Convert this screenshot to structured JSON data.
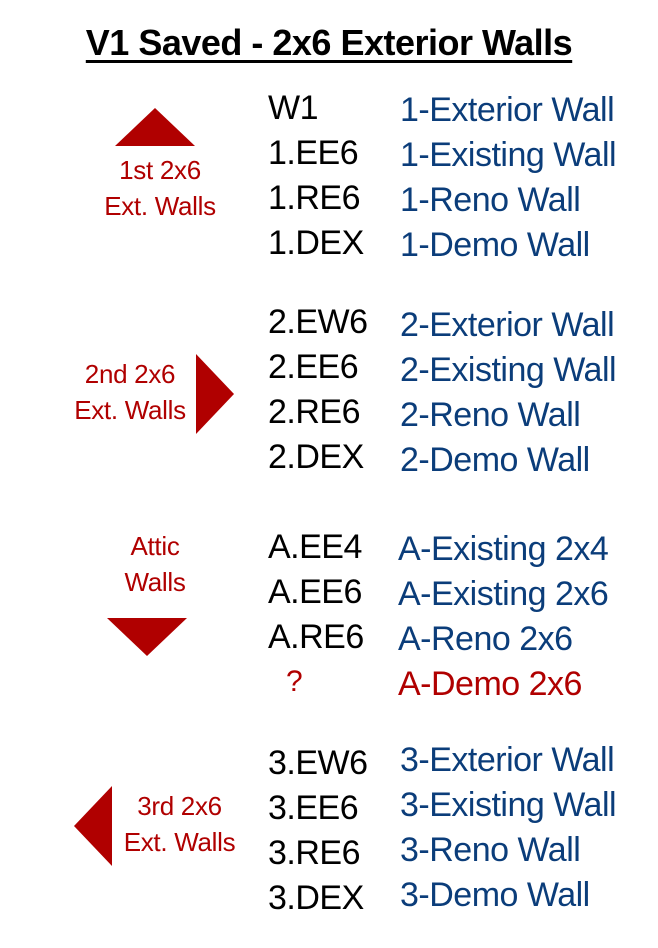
{
  "title": "V1 Saved - 2x6 Exterior Walls",
  "groups": [
    {
      "label_line1": "1st 2x6",
      "label_line2": "Ext. Walls",
      "arrow_icon": "triangle-up-icon",
      "rows": [
        {
          "code": "W1",
          "desc": "1-Exterior Wall"
        },
        {
          "code": "1.EE6",
          "desc": "1-Existing Wall"
        },
        {
          "code": "1.RE6",
          "desc": "1-Reno Wall"
        },
        {
          "code": "1.DEX",
          "desc": "1-Demo Wall"
        }
      ]
    },
    {
      "label_line1": "2nd 2x6",
      "label_line2": "Ext. Walls",
      "arrow_icon": "triangle-right-icon",
      "rows": [
        {
          "code": "2.EW6",
          "desc": "2-Exterior Wall"
        },
        {
          "code": "2.EE6",
          "desc": "2-Existing Wall"
        },
        {
          "code": "2.RE6",
          "desc": "2-Reno Wall"
        },
        {
          "code": "2.DEX",
          "desc": "2-Demo Wall"
        }
      ]
    },
    {
      "label_line1": "Attic",
      "label_line2": "Walls",
      "arrow_icon": "triangle-down-icon",
      "rows": [
        {
          "code": "A.EE4",
          "desc": "A-Existing 2x4"
        },
        {
          "code": "A.EE6",
          "desc": "A-Existing 2x6"
        },
        {
          "code": "A.RE6",
          "desc": "A-Reno 2x6"
        },
        {
          "code": "?",
          "desc": "A-Demo 2x6"
        }
      ]
    },
    {
      "label_line1": "3rd 2x6",
      "label_line2": "Ext. Walls",
      "arrow_icon": "triangle-left-icon",
      "rows": [
        {
          "code": "3.EW6",
          "desc": "3-Exterior Wall"
        },
        {
          "code": "3.EE6",
          "desc": "3-Existing Wall"
        },
        {
          "code": "3.RE6",
          "desc": "3-Reno Wall"
        },
        {
          "code": "3.DEX",
          "desc": "3-Demo Wall"
        }
      ]
    }
  ],
  "colors": {
    "label_red": "#b00000",
    "desc_blue": "#0b3d7a",
    "code_black": "#000000"
  }
}
